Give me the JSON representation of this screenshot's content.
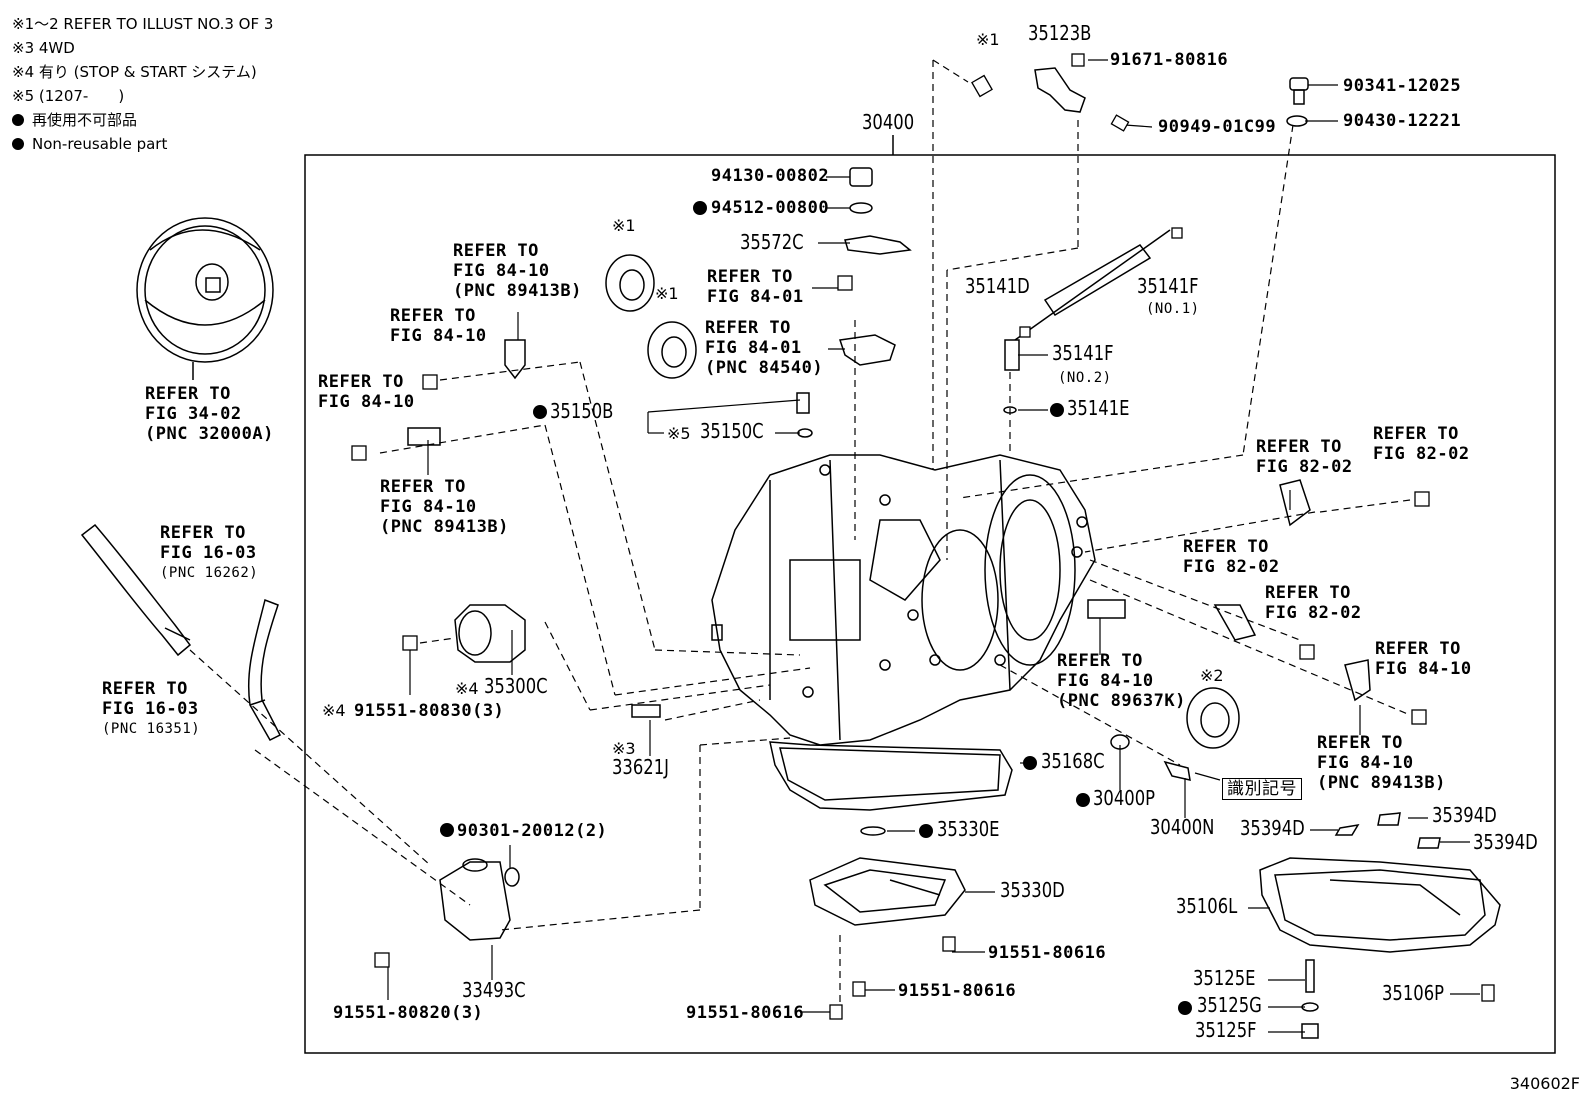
{
  "legend": {
    "notes": [
      "※1～2 REFER TO ILLUST NO.3 OF 3",
      "※3 4WD",
      "※4 有り (STOP & START システム)",
      "※5 (1207-　　)"
    ],
    "non_reusable_jp": "再使用不可部品",
    "non_reusable_en": "Non-reusable part"
  },
  "diagram_code": "340602F",
  "refs": {
    "torque_converter": [
      "REFER TO",
      "FIG 34-02",
      "(PNC 32000A)"
    ],
    "hose_upper": [
      "REFER TO",
      "FIG 16-03",
      "(PNC 16262)"
    ],
    "hose_lower": [
      "REFER TO",
      "FIG 16-03",
      "(PNC 16351)"
    ],
    "sensor_top": [
      "REFER TO",
      "FIG 84-10",
      "(PNC 89413B)"
    ],
    "bolt_a": [
      "REFER TO",
      "FIG 84-10"
    ],
    "bolt_b": [
      "REFER TO",
      "FIG 84-10"
    ],
    "sensor_mid": [
      "REFER TO",
      "FIG 84-10",
      "(PNC 89413B)"
    ],
    "bolt_shift": [
      "REFER TO",
      "FIG 84-01"
    ],
    "switch_shift": [
      "REFER TO",
      "FIG 84-01",
      "(PNC 84540)"
    ],
    "bracket_r1": [
      "REFER TO",
      "FIG 82-02"
    ],
    "bolt_r1": [
      "REFER TO",
      "FIG 82-02"
    ],
    "bracket_r2": [
      "REFER TO",
      "FIG 82-02"
    ],
    "bolt_r2": [
      "REFER TO",
      "FIG 82-02"
    ],
    "sensor_r": [
      "REFER TO",
      "FIG 84-10",
      "(PNC 89637K)"
    ],
    "bolt_r3": [
      "REFER TO",
      "FIG 84-10"
    ],
    "sensor_r2": [
      "REFER TO",
      "FIG 84-10",
      "(PNC 89413B)"
    ]
  },
  "parts": {
    "p30400": "30400",
    "p35123B": "35123B",
    "p91671": "91671-80816",
    "p90949": "90949-01C99",
    "p90341": "90341-12025",
    "p90430": "90430-12221",
    "p94130": "94130-00802",
    "p94512": "94512-00800",
    "p35572C": "35572C",
    "p35141D": "35141D",
    "p35141F1": "35141F",
    "p35141F1_note": "(NO.1)",
    "p35141F2": "35141F",
    "p35141F2_note": "(NO.2)",
    "p35141E": "35141E",
    "p35150B": "35150B",
    "p35150C": "35150C",
    "p35150C_mark": "※5",
    "p35300C": "35300C",
    "p35300C_mark": "※4",
    "p91551_830": "91551-80830(3)",
    "p91551_830_mark": "※4",
    "p33621J": "33621J",
    "p33621J_mark": "※3",
    "p35168C": "35168C",
    "p30400P": "30400P",
    "p30400N": "30400N",
    "p_id_mark": "識別記号",
    "p90301": "90301-20012(2)",
    "p35330E": "35330E",
    "p35330D": "35330D",
    "p35394D_a": "35394D",
    "p35394D_b": "35394D",
    "p35394D_c": "35394D",
    "p35106L": "35106L",
    "p91551_616a": "91551-80616",
    "p91551_616b": "91551-80616",
    "p91551_616c": "91551-80616",
    "p33493C": "33493C",
    "p91551_820": "91551-80820(3)",
    "p35125E": "35125E",
    "p35125G": "35125G",
    "p35125F": "35125F",
    "p35106P": "35106P",
    "mark1a": "※1",
    "mark1b": "※1",
    "mark1c": "※1",
    "mark2": "※2"
  }
}
